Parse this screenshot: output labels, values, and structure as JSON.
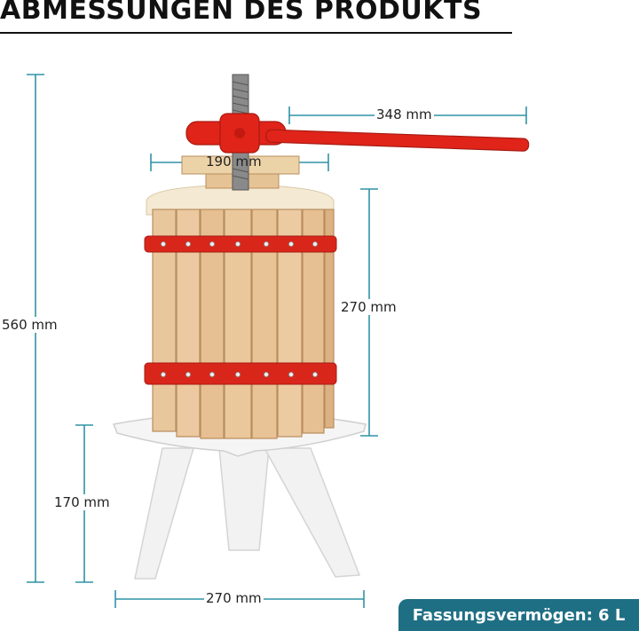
{
  "title": "ABMESSUNGEN DES PRODUKTS",
  "dimensions": {
    "total_height": "560 mm",
    "handle_length": "348 mm",
    "top_width": "190 mm",
    "basket_height": "270 mm",
    "leg_height": "170 mm",
    "base_width": "270 mm"
  },
  "capacity": "Fassungsvermögen: 6 L",
  "colors": {
    "dimension_line": "#2f93a6",
    "badge": "#1f6f84",
    "frame_red": "#d9261b",
    "wood": "#e8c49a",
    "stand": "#f0f0f0"
  }
}
